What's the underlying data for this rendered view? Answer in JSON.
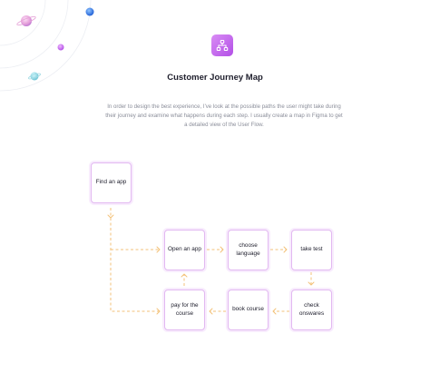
{
  "header": {
    "icon": "flow-chart-icon",
    "title": "Customer Journey Map",
    "description": "In order to design the best experience, I've look at the possible paths the user might take during their journey and examine  what happens during each step. I usually create a map in Figma to get a detailed view of the User Flow."
  },
  "flow": {
    "nodes": [
      {
        "id": "find-app",
        "label": "Find an app"
      },
      {
        "id": "open-app",
        "label": "Open an app"
      },
      {
        "id": "choose-language",
        "label": "choose language"
      },
      {
        "id": "take-test",
        "label": "take test"
      },
      {
        "id": "pay-course",
        "label": "pay for the course"
      },
      {
        "id": "book-course",
        "label": "book course"
      },
      {
        "id": "check-answers",
        "label": "check onswares"
      }
    ],
    "edges": [
      {
        "from": "find-app",
        "to": "open-app"
      },
      {
        "from": "open-app",
        "to": "choose-language"
      },
      {
        "from": "choose-language",
        "to": "take-test"
      },
      {
        "from": "take-test",
        "to": "check-answers"
      },
      {
        "from": "check-answers",
        "to": "book-course"
      },
      {
        "from": "book-course",
        "to": "pay-course"
      },
      {
        "from": "pay-course",
        "to": "open-app"
      },
      {
        "from": "find-app",
        "to": "pay-course"
      }
    ]
  },
  "colors": {
    "accent": "#b24fe6",
    "node_border": "#e2b8f1",
    "connector": "#f3c27a",
    "text": "#1e1e2c",
    "muted_text": "#8a8d99"
  }
}
